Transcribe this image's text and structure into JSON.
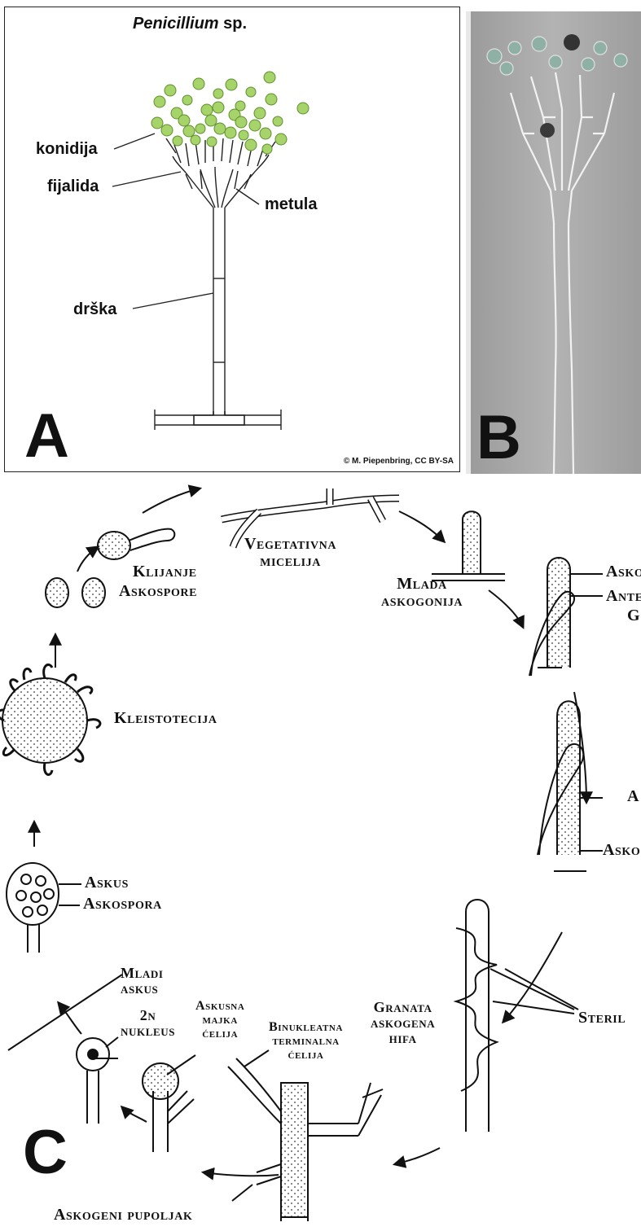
{
  "panel_a": {
    "title_genus": "Penicillium",
    "title_suffix": " sp.",
    "labels": {
      "konidija": "konidija",
      "fijalida": "fijalida",
      "metula": "metula",
      "drska": "drška"
    },
    "letter": "A",
    "credit": "© M. Piepenbring, CC BY-SA",
    "colors": {
      "conidia": "#a6d46a",
      "outline": "#222222"
    }
  },
  "panel_b": {
    "letter": "B"
  },
  "panel_c": {
    "letter": "C",
    "labels": {
      "vegetativna": "Vegetativna",
      "micelija": "micelija",
      "mlada": "Mlada",
      "askogonija": "askogonija",
      "asko_top": "Asko",
      "ante": "Ante",
      "g": "G",
      "klijanje": "Klijanje",
      "askospore": "Askospore",
      "kleistotecija": "Kleistotecija",
      "a_right": "A",
      "asko_right": "Asko",
      "askus": "Askus",
      "askospora": "Askospora",
      "mladi": "Mladi",
      "askus2": "askus",
      "two_n": "2n",
      "nukleus": "nukleus",
      "askusna": "Askusna",
      "majka": "majka",
      "celija": "ćelija",
      "binukleatna": "Binukleatna",
      "terminalna": "terminalna",
      "celija2": "ćelija",
      "granata": "Granata",
      "askogena": "askogena",
      "hifa": "hifa",
      "steril": "Steril",
      "askogeni_pupoljak": "Askogeni pupoljak"
    }
  }
}
